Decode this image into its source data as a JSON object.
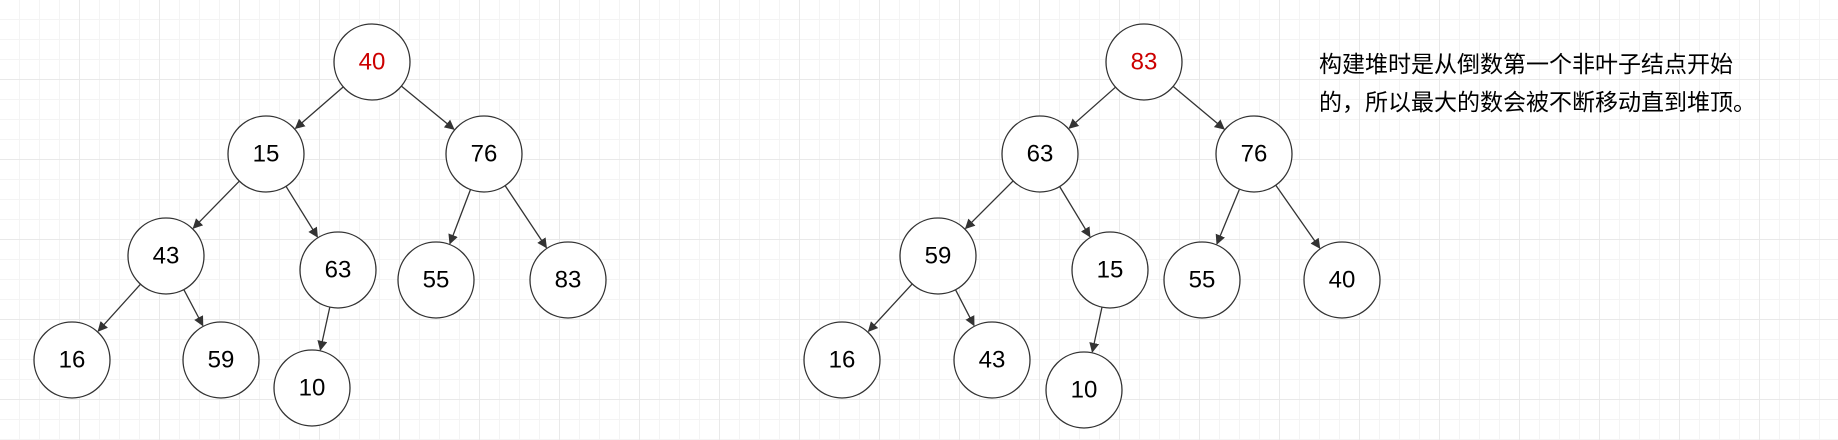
{
  "trees": [
    {
      "nodes": [
        {
          "id": "a40",
          "label": "40",
          "root": true
        },
        {
          "id": "a15",
          "label": "15"
        },
        {
          "id": "a76",
          "label": "76"
        },
        {
          "id": "a43",
          "label": "43"
        },
        {
          "id": "a63",
          "label": "63"
        },
        {
          "id": "a55",
          "label": "55"
        },
        {
          "id": "a83",
          "label": "83"
        },
        {
          "id": "a16",
          "label": "16"
        },
        {
          "id": "a59",
          "label": "59"
        },
        {
          "id": "a10",
          "label": "10"
        }
      ],
      "edges": [
        [
          "a40",
          "a15"
        ],
        [
          "a40",
          "a76"
        ],
        [
          "a15",
          "a43"
        ],
        [
          "a15",
          "a63"
        ],
        [
          "a76",
          "a55"
        ],
        [
          "a76",
          "a83"
        ],
        [
          "a43",
          "a16"
        ],
        [
          "a43",
          "a59"
        ],
        [
          "a63",
          "a10"
        ]
      ]
    },
    {
      "nodes": [
        {
          "id": "b83",
          "label": "83",
          "root": true
        },
        {
          "id": "b63",
          "label": "63"
        },
        {
          "id": "b76",
          "label": "76"
        },
        {
          "id": "b59",
          "label": "59"
        },
        {
          "id": "b15",
          "label": "15"
        },
        {
          "id": "b55",
          "label": "55"
        },
        {
          "id": "b40",
          "label": "40"
        },
        {
          "id": "b16",
          "label": "16"
        },
        {
          "id": "b43",
          "label": "43"
        },
        {
          "id": "b10",
          "label": "10"
        }
      ],
      "edges": [
        [
          "b83",
          "b63"
        ],
        [
          "b83",
          "b76"
        ],
        [
          "b63",
          "b59"
        ],
        [
          "b63",
          "b15"
        ],
        [
          "b76",
          "b55"
        ],
        [
          "b76",
          "b40"
        ],
        [
          "b59",
          "b16"
        ],
        [
          "b59",
          "b43"
        ],
        [
          "b15",
          "b10"
        ]
      ]
    }
  ],
  "note": {
    "line1": "构建堆时是从倒数第一个非叶子结点开始",
    "line2": "的，所以最大的数会被不断移动直到堆顶。"
  },
  "colors": {
    "root_text": "#cc0000",
    "node_text": "#000000",
    "stroke": "#333333",
    "background": "#ffffff"
  }
}
